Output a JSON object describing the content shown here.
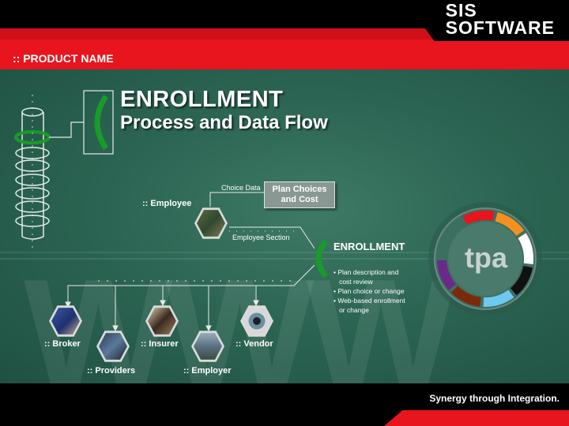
{
  "header": {
    "brand_line1": "SIS",
    "brand_line2": "SOFTWARE",
    "product_name": ":: PRODUCT NAME"
  },
  "title": {
    "line1": "ENROLLMENT",
    "line2": "Process and Data Flow"
  },
  "flow": {
    "choice_data_label": "Choice Data",
    "callout": "Plan Choices and Cost",
    "employee_label": ":: Employee",
    "employee_section_label": "Employee Section",
    "enrollment_label": "ENROLLMENT",
    "enrollment_bullets": [
      "• Plan description and",
      "   cost review",
      "• Plan choice or change",
      "• Web-based enrollment",
      "   or change"
    ],
    "parties": [
      {
        "label": ":: Broker",
        "icon": "broker-photo-icon"
      },
      {
        "label": ":: Providers",
        "icon": "providers-photo-icon"
      },
      {
        "label": ":: Insurer",
        "icon": "insurer-photo-icon"
      },
      {
        "label": ":: Employer",
        "icon": "employer-photo-icon"
      },
      {
        "label": ":: Vendor",
        "icon": "vendor-photo-icon"
      }
    ]
  },
  "tpa": {
    "label": "tpa",
    "segment_colors": [
      "#e8141e",
      "#f5901e",
      "#ffffff",
      "#111111",
      "#6ec8f0",
      "#7a2a0a",
      "#6a2a8a"
    ]
  },
  "footer": {
    "tagline": "Synergy through Integration."
  },
  "colors": {
    "brand_red": "#e8141e",
    "canvas_green": "#2c6553",
    "accent_green": "#1a9a2a"
  }
}
